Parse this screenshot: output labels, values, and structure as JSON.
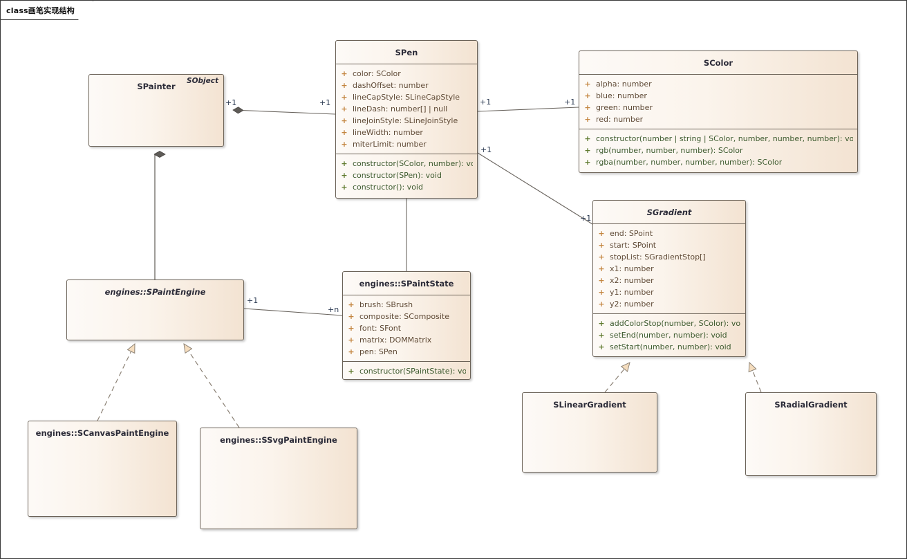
{
  "diagram": {
    "title": "class画笔实现结构",
    "kind": "uml-class-diagram",
    "colors": {
      "box_border": "#6b6257",
      "box_fill_left": "#fdfaf7",
      "box_fill_right": "#f3e3d2",
      "title_text": "#2b2b38",
      "attribute_visibility": "#c3853f",
      "attribute_text": "#5f4a36",
      "operation_visibility": "#5f7a2e",
      "operation_text": "#3c5a2e",
      "connector": "#6b6660",
      "multiplicity_text": "#2b3a52",
      "arrow_fill": "#f5ddbe"
    }
  },
  "classes": {
    "spainter": {
      "name": "SPainter",
      "stereotype": "SObject",
      "abstract": false,
      "attributes": [],
      "operations": []
    },
    "spen": {
      "name": "SPen",
      "abstract": false,
      "attributes": [
        {
          "vis": "+",
          "text": "color: SColor"
        },
        {
          "vis": "+",
          "text": "dashOffset: number"
        },
        {
          "vis": "+",
          "text": "lineCapStyle: SLineCapStyle"
        },
        {
          "vis": "+",
          "text": "lineDash: number[] | null"
        },
        {
          "vis": "+",
          "text": "lineJoinStyle: SLineJoinStyle"
        },
        {
          "vis": "+",
          "text": "lineWidth: number"
        },
        {
          "vis": "+",
          "text": "miterLimit: number"
        }
      ],
      "operations": [
        {
          "vis": "+",
          "text": "constructor(SColor, number): void"
        },
        {
          "vis": "+",
          "text": "constructor(SPen): void"
        },
        {
          "vis": "+",
          "text": "constructor(): void"
        }
      ]
    },
    "scolor": {
      "name": "SColor",
      "abstract": false,
      "attributes": [
        {
          "vis": "+",
          "text": "alpha: number"
        },
        {
          "vis": "+",
          "text": "blue: number"
        },
        {
          "vis": "+",
          "text": "green: number"
        },
        {
          "vis": "+",
          "text": "red: number"
        }
      ],
      "operations": [
        {
          "vis": "+",
          "text": "constructor(number | string | SColor, number, number, number): void"
        },
        {
          "vis": "+",
          "text": "rgb(number, number, number): SColor"
        },
        {
          "vis": "+",
          "text": "rgba(number, number, number, number): SColor"
        }
      ]
    },
    "sgradient": {
      "name": "SGradient",
      "abstract": true,
      "attributes": [
        {
          "vis": "+",
          "text": "end: SPoint"
        },
        {
          "vis": "+",
          "text": "start: SPoint"
        },
        {
          "vis": "+",
          "text": "stopList: SGradientStop[]"
        },
        {
          "vis": "+",
          "text": "x1: number"
        },
        {
          "vis": "+",
          "text": "x2: number"
        },
        {
          "vis": "+",
          "text": "y1: number"
        },
        {
          "vis": "+",
          "text": "y2: number"
        }
      ],
      "operations": [
        {
          "vis": "+",
          "text": "addColorStop(number, SColor): void"
        },
        {
          "vis": "+",
          "text": "setEnd(number, number): void"
        },
        {
          "vis": "+",
          "text": "setStart(number, number): void"
        }
      ]
    },
    "spaintengine": {
      "name": "engines::SPaintEngine",
      "abstract": true,
      "attributes": [],
      "operations": []
    },
    "spaintstate": {
      "name": "engines::SPaintState",
      "abstract": false,
      "attributes": [
        {
          "vis": "+",
          "text": "brush: SBrush"
        },
        {
          "vis": "+",
          "text": "composite: SComposite"
        },
        {
          "vis": "+",
          "text": "font: SFont"
        },
        {
          "vis": "+",
          "text": "matrix: DOMMatrix"
        },
        {
          "vis": "+",
          "text": "pen: SPen"
        }
      ],
      "operations": [
        {
          "vis": "+",
          "text": "constructor(SPaintState): void"
        }
      ]
    },
    "scanvaspaintengine": {
      "name": "engines::SCanvasPaintEngine",
      "abstract": false,
      "attributes": [],
      "operations": []
    },
    "ssvgpaintengine": {
      "name": "engines::SSvgPaintEngine",
      "abstract": false,
      "attributes": [],
      "operations": []
    },
    "slineargradient": {
      "name": "SLinearGradient",
      "abstract": false,
      "attributes": [],
      "operations": []
    },
    "sradialgradient": {
      "name": "SRadialGradient",
      "abstract": false,
      "attributes": [],
      "operations": []
    }
  },
  "relationships": [
    {
      "id": "painter-pen",
      "from": "spainter",
      "to": "spen",
      "type": "composition",
      "from_mult": "+1",
      "to_mult": "+1"
    },
    {
      "id": "pen-color",
      "from": "spen",
      "to": "scolor",
      "type": "association",
      "from_mult": "+1",
      "to_mult": "+1"
    },
    {
      "id": "pen-gradient",
      "from": "spen",
      "to": "sgradient",
      "type": "association",
      "from_mult": "+1",
      "to_mult": "+1"
    },
    {
      "id": "painter-engine",
      "from": "spainter",
      "to": "spaintengine",
      "type": "composition",
      "from_mult": "",
      "to_mult": ""
    },
    {
      "id": "engine-state",
      "from": "spaintengine",
      "to": "spaintstate",
      "type": "association",
      "from_mult": "+1",
      "to_mult": "+n"
    },
    {
      "id": "pen-state",
      "from": "spen",
      "to": "spaintstate",
      "type": "association",
      "from_mult": "",
      "to_mult": ""
    },
    {
      "id": "canvas-realizes",
      "from": "scanvaspaintengine",
      "to": "spaintengine",
      "type": "realization",
      "from_mult": "",
      "to_mult": ""
    },
    {
      "id": "svg-realizes",
      "from": "ssvgpaintengine",
      "to": "spaintengine",
      "type": "realization",
      "from_mult": "",
      "to_mult": ""
    },
    {
      "id": "linear-realizes",
      "from": "slineargradient",
      "to": "sgradient",
      "type": "realization",
      "from_mult": "",
      "to_mult": ""
    },
    {
      "id": "radial-realizes",
      "from": "sradialgradient",
      "to": "sgradient",
      "type": "realization",
      "from_mult": "",
      "to_mult": ""
    }
  ],
  "multiplicity_labels": {
    "painter_right": "+1",
    "pen_left": "+1",
    "pen_right_color": "+1",
    "color_left": "+1",
    "pen_right_gradient": "+1",
    "gradient_left": "+1",
    "engine_right": "+1",
    "state_left": "+n"
  }
}
